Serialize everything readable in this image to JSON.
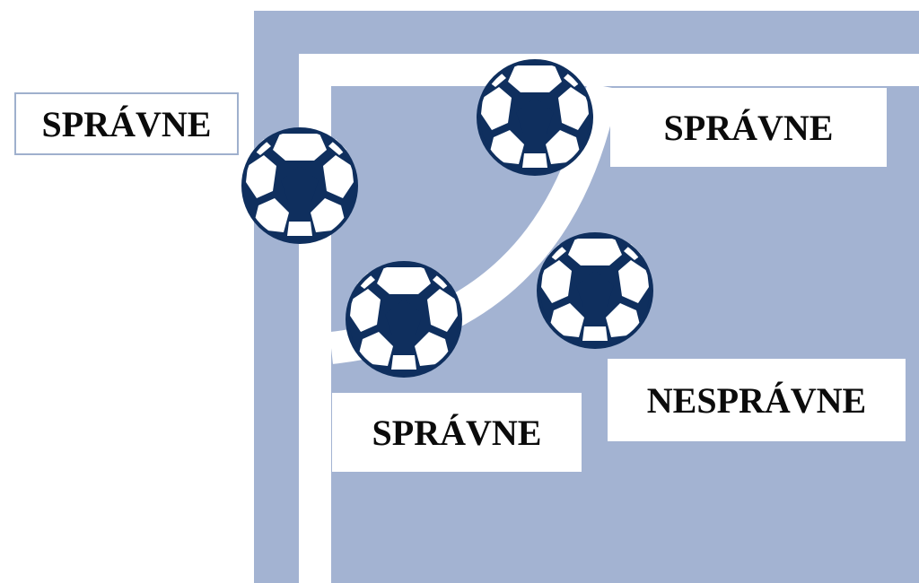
{
  "colors": {
    "court": "#a3b3d2",
    "line": "#ffffff",
    "ball_dark": "#0f2f5e",
    "ball_light": "#ffffff",
    "label_border": "#9fb0cd"
  },
  "icons": {
    "ball": "soccer-ball-icon"
  },
  "labels": {
    "outside_left": "SPRÁVNE",
    "top_right": "SPRÁVNE",
    "bottom_left": "SPRÁVNE",
    "bottom_right": "NESPRÁVNE"
  },
  "balls": [
    {
      "id": "ball-outside-line",
      "verdict": "SPRÁVNE"
    },
    {
      "id": "ball-on-arc-top",
      "verdict": "SPRÁVNE"
    },
    {
      "id": "ball-on-arc-bottom",
      "verdict": "SPRÁVNE"
    },
    {
      "id": "ball-inside-field",
      "verdict": "NESPRÁVNE"
    }
  ]
}
